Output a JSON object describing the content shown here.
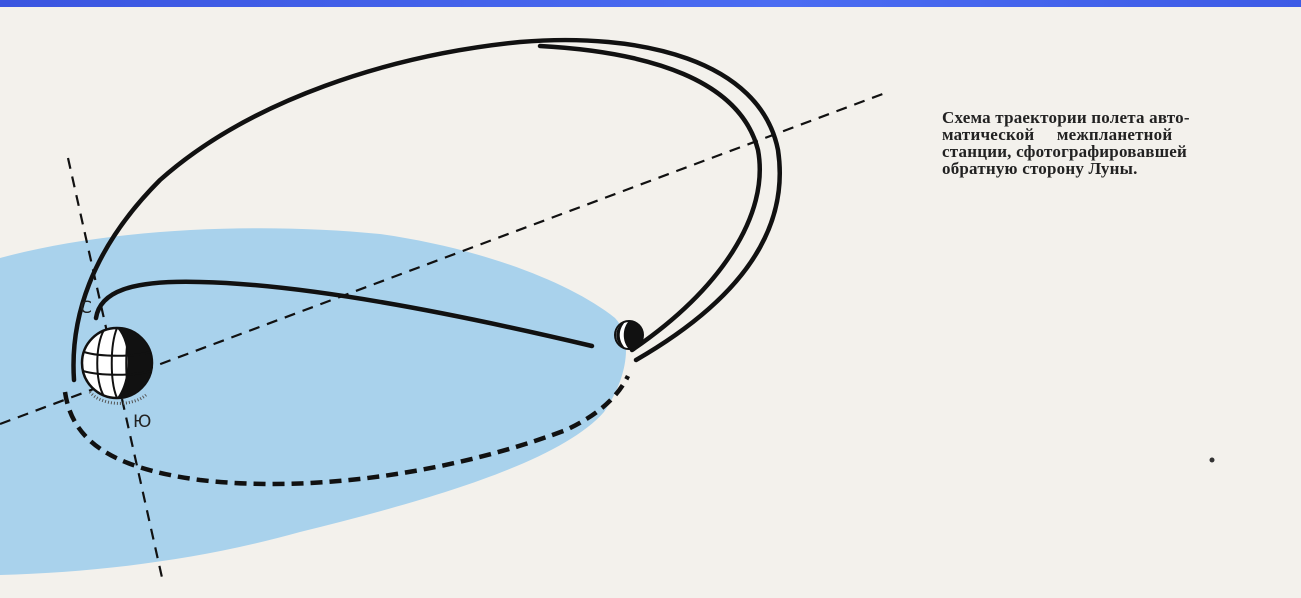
{
  "caption": {
    "lines": [
      "Схема траектории полета авто-",
      "матической межпланетной",
      "станции, сфотографировавшей",
      "обратную сторону Луны."
    ]
  },
  "labels": {
    "north": "С",
    "south": "Ю"
  },
  "colors": {
    "shadow_region": "#a9d2ec",
    "trajectory": "#111111",
    "background": "#f3f1ec",
    "top_bar": "#4a6cf2"
  },
  "icons": {
    "earth": "earth-globe-icon",
    "moon": "moon-icon"
  }
}
